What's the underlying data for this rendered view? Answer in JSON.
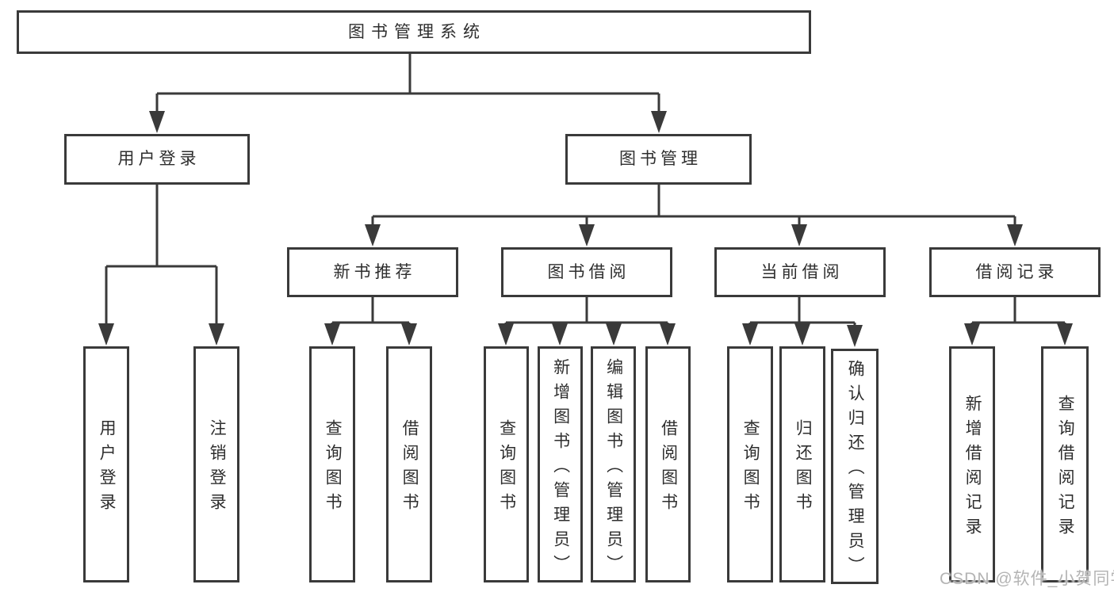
{
  "tree": {
    "label": "图书管理系统",
    "children": [
      {
        "label": "用户登录",
        "children": [
          {
            "label": "用户登录"
          },
          {
            "label": "注销登录"
          }
        ]
      },
      {
        "label": "图书管理",
        "children": [
          {
            "label": "新书推荐",
            "children": [
              {
                "label": "查询图书"
              },
              {
                "label": "借阅图书"
              }
            ]
          },
          {
            "label": "图书借阅",
            "children": [
              {
                "label": "查询图书"
              },
              {
                "label": "新增图书（管理员）"
              },
              {
                "label": "编辑图书（管理员）"
              },
              {
                "label": "借阅图书"
              }
            ]
          },
          {
            "label": "当前借阅",
            "children": [
              {
                "label": "查询图书"
              },
              {
                "label": "归还图书"
              },
              {
                "label": "确认归还（管理员）"
              }
            ]
          },
          {
            "label": "借阅记录",
            "children": [
              {
                "label": "新增借阅记录"
              },
              {
                "label": "查询借阅记录"
              }
            ]
          }
        ]
      }
    ]
  },
  "watermark": "CSDN @软件_小贺同学",
  "colors": {
    "line": "#3a3a3a",
    "text": "#2e2e2e",
    "watermark": "#b4b4b4",
    "background": "#ffffff"
  }
}
